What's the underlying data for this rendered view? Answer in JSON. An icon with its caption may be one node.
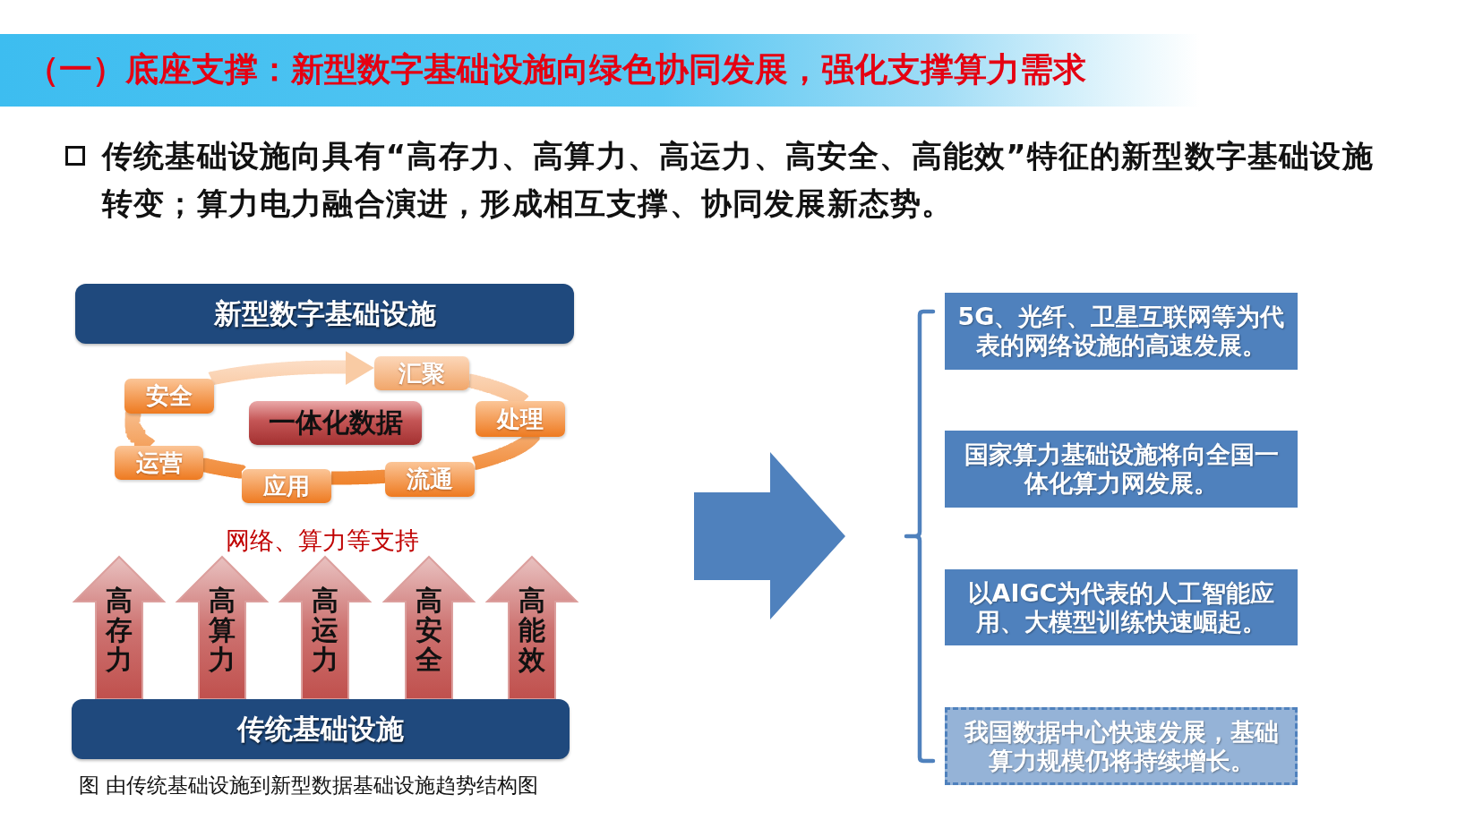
{
  "diagram": {
    "title": "（一）底座支撑：新型数字基础设施向绿色协同发展，强化支撑算力需求",
    "caption": "图 由传统基础设施到新型数据基础设施趋势结构图",
    "nodes": [
      {
        "text": [
          "新型数字基础设施"
        ]
      },
      {
        "text": [
          "安全"
        ]
      },
      {
        "text": [
          "汇聚"
        ]
      },
      {
        "text": [
          "一体化数据"
        ]
      },
      {
        "text": [
          "处理"
        ]
      },
      {
        "text": [
          "运营"
        ]
      },
      {
        "text": [
          "应用"
        ]
      },
      {
        "text": [
          "流通"
        ]
      },
      {
        "text": [
          "传统基础设施"
        ]
      },
      {
        "text": [
          "5G、光纤、卫星互联网等为代表的网络设施的高速发展。"
        ]
      },
      {
        "text": [
          "国家算力基础设施将向全国一体化算力网发展。"
        ]
      },
      {
        "text": [
          "以AIGC为代表的人工智能应用、大模型训练快速崛起。"
        ]
      },
      {
        "text": [
          "我国数据中心快速发展，基础算力规模仍将持续增长。"
        ]
      }
    ],
    "edges": [
      {
        "from": 2,
        "to": 4,
        "arrow": "none"
      },
      {
        "from": 4,
        "to": 7,
        "arrow": "none"
      },
      {
        "from": 7,
        "to": 6,
        "arrow": "none"
      },
      {
        "from": 6,
        "to": 5,
        "arrow": "none"
      },
      {
        "from": 5,
        "to": 1,
        "arrow": "none"
      },
      {
        "from": 1,
        "to": 2,
        "arrow": "to"
      },
      {
        "from": 8,
        "to": null,
        "arrow": "to",
        "label": "高存力",
        "style": "thick",
        "color": "#c0504d"
      },
      {
        "from": 8,
        "to": null,
        "arrow": "to",
        "label": "高算力",
        "style": "thick",
        "color": "#c0504d"
      },
      {
        "from": 8,
        "to": null,
        "arrow": "to",
        "label": "高运力",
        "style": "thick",
        "color": "#c0504d"
      },
      {
        "from": 8,
        "to": null,
        "arrow": "to",
        "label": "高安全",
        "style": "thick",
        "color": "#c0504d"
      },
      {
        "from": 8,
        "to": null,
        "arrow": "to",
        "label": "高能效",
        "style": "thick",
        "color": "#c0504d"
      }
    ],
    "labels": [
      "传统基础设施向具有“高存力、高算力、高运力、高安全、高能效”特征的新型数字基础设施转变；算力电力融合演进，形成相互支撑、协同发展新态势。",
      "网络、算力等支持"
    ]
  }
}
